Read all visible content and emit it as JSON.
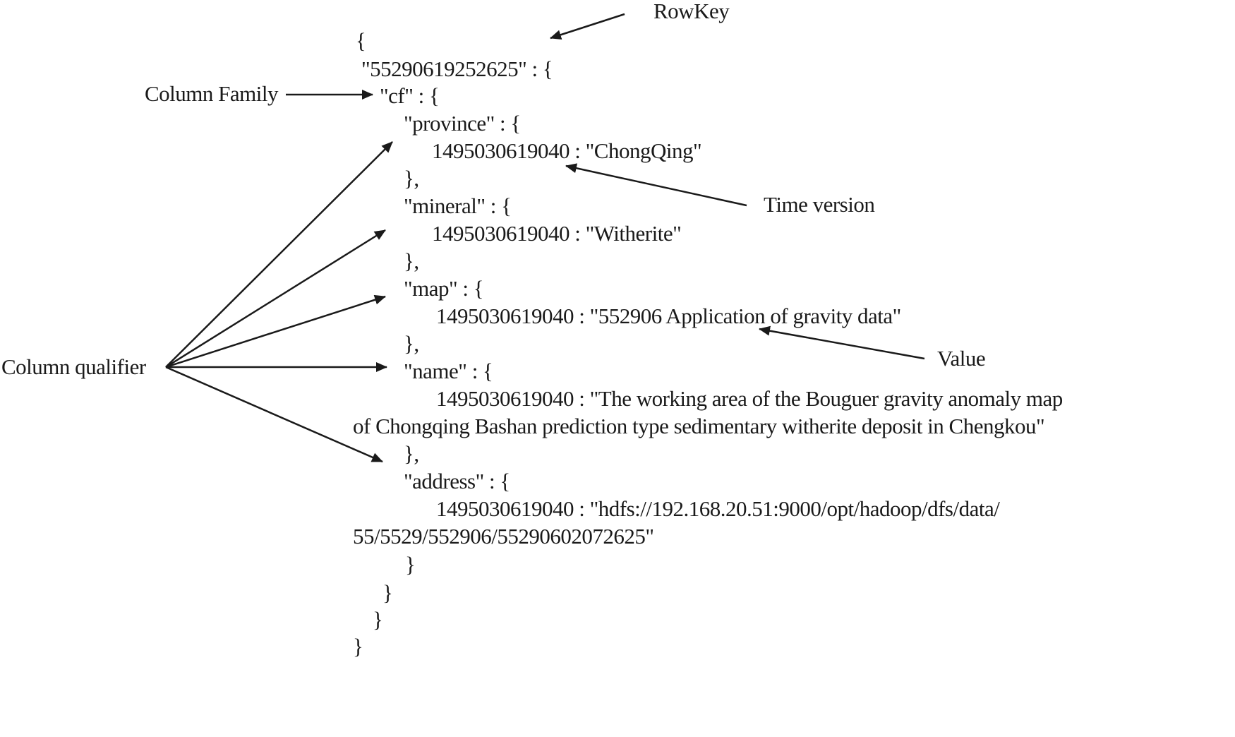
{
  "annotations": {
    "rowkey": "RowKey",
    "column_family": "Column Family",
    "column_qualifier": "Column qualifier",
    "time_version": "Time version",
    "value": "Value"
  },
  "code_lines": [
    "{",
    "\"55290619252625\" : {",
    "\"cf\" : {",
    "\"province\" : {",
    "1495030619040 : \"ChongQing\"",
    "},",
    "\"mineral\" : {",
    "1495030619040 : \"Witherite\"",
    "},",
    "\"map\" : {",
    "1495030619040 : \"552906 Application of gravity data\"",
    "},",
    "\"name\" : {",
    "1495030619040 : \"The working area of the Bouguer gravity anomaly map",
    "of Chongqing Bashan prediction type sedimentary witherite deposit in Chengkou\"",
    "},",
    "\"address\" : {",
    "1495030619040 : \"hdfs://192.168.20.51:9000/opt/hadoop/dfs/data/",
    "55/5529/552906/55290602072625\"",
    "}",
    "}",
    "}",
    "}"
  ],
  "colors": {
    "ink": "#1a1a1a",
    "background": "#ffffff"
  }
}
